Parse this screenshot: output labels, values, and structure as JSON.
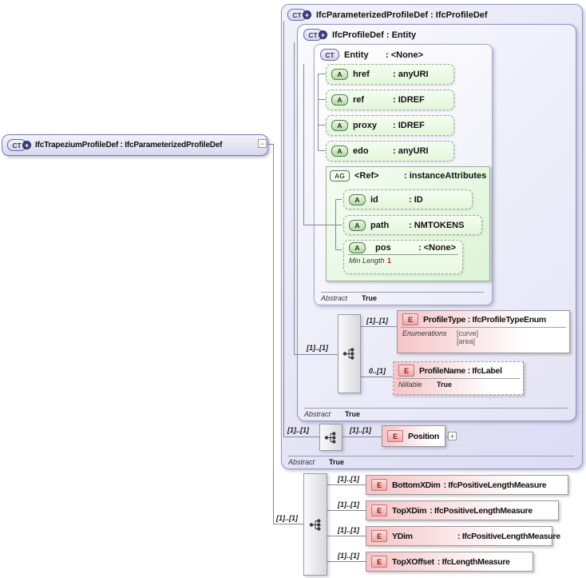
{
  "icons": {
    "ct": "CT",
    "plus": "+",
    "attribute": "A",
    "attribute_group": "AG",
    "element": "E",
    "collapse": "−",
    "expand": "+"
  },
  "colors": {
    "container_lavender": "#dcdcf3",
    "element_pink": "#f6c4c8",
    "attribute_green": "#e8f8e0",
    "facet_red": "#cc2020",
    "line_gray": "#86869a"
  },
  "root_node": {
    "label": "IfcTrapeziumProfileDef : IfcParameterizedProfileDef"
  },
  "param_box": {
    "title": "IfcParameterizedProfileDef : IfcProfileDef",
    "abstract_label": "Abstract",
    "abstract_value": "True"
  },
  "profile_box": {
    "title": "IfcProfileDef : Entity",
    "abstract_label": "Abstract",
    "abstract_value": "True"
  },
  "entity_box": {
    "name": "Entity",
    "type": ": <None>",
    "abstract_label": "Abstract",
    "abstract_value": "True",
    "attributes": [
      {
        "name": "href",
        "type": ": anyURI"
      },
      {
        "name": "ref",
        "type": ": IDREF"
      },
      {
        "name": "proxy",
        "type": ": IDREF"
      },
      {
        "name": "edo",
        "type": ": anyURI"
      }
    ],
    "ref_group": {
      "name": "<Ref>",
      "type": ": instanceAttributes",
      "attributes": [
        {
          "name": "id",
          "type": ": ID"
        },
        {
          "name": "path",
          "type": ": NMTOKENS"
        },
        {
          "name": "pos",
          "type": ": <None>",
          "facet_label": "Min Length",
          "facet_value": "1"
        }
      ]
    }
  },
  "profile_sequence": {
    "in_cardinality": "[1]..[1]",
    "profile_type": {
      "cardinality": "[1]..[1]",
      "title": "ProfileType : IfcProfileTypeEnum",
      "facet_label": "Enumerations",
      "facet_values": [
        "[curve]",
        "[area]"
      ]
    },
    "profile_name": {
      "cardinality": "0..[1]",
      "title": "ProfileName : IfcLabel",
      "facet_label": "Nillable",
      "facet_value": "True"
    }
  },
  "position_sequence": {
    "in_cardinality": "[1]..[1]",
    "position": {
      "cardinality": "[1]..[1]",
      "title": "Position"
    }
  },
  "trapezium_sequence": {
    "in_cardinality": "[1]..[1]",
    "elements": [
      {
        "cardinality": "[1]..[1]",
        "name": "BottomXDim",
        "type": ": IfcPositiveLengthMeasure"
      },
      {
        "cardinality": "[1]..[1]",
        "name": "TopXDim",
        "type": ": IfcPositiveLengthMeasure"
      },
      {
        "cardinality": "[1]..[1]",
        "name": "YDim",
        "type": ": IfcPositiveLengthMeasure"
      },
      {
        "cardinality": "[1]..[1]",
        "name": "TopXOffset",
        "type": ": IfcLengthMeasure"
      }
    ]
  }
}
